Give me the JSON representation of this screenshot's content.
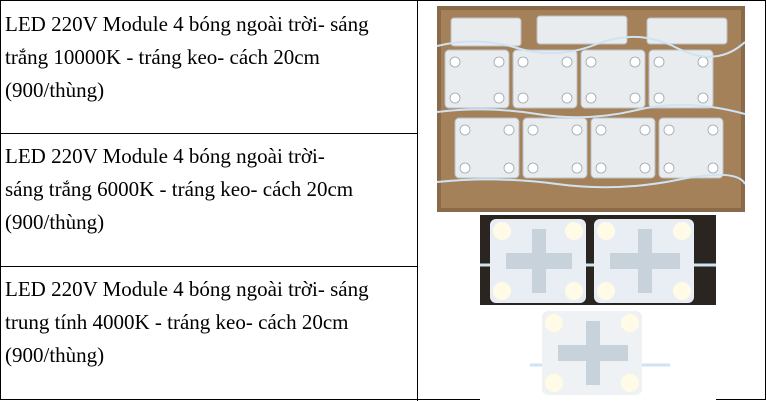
{
  "rows": [
    {
      "text": "LED 220V Module 4 bóng ngoài trời- sáng\ntrắng 10000K - tráng keo- cách 20cm\n(900/thùng)"
    },
    {
      "text": "LED 220V Module 4 bóng ngoài trời-\nsáng trắng 6000K - tráng keo- cách 20cm\n(900/thùng)"
    },
    {
      "text": "LED 220V Module 4 bóng ngoài trời- sáng\ntrung tính 4000K - tráng keo- cách 20cm\n(900/thùng)"
    }
  ],
  "colors": {
    "border": "#000000",
    "box": "#8a6a48",
    "module": "#e9ecef",
    "glow": "#fffbe6",
    "wire": "#cfe3f2"
  }
}
